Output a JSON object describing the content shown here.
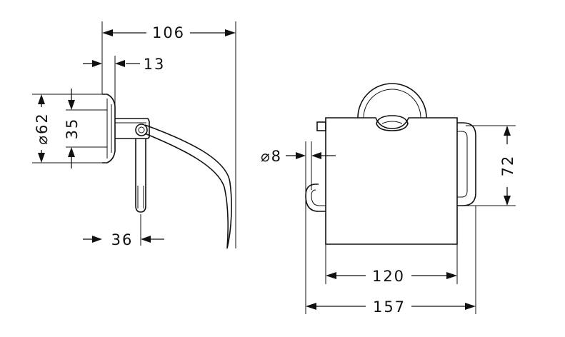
{
  "dimensions": {
    "overall_depth": "106",
    "plate_thickness": "13",
    "rosette_diameter": "⌀62",
    "mount_spacing": "35",
    "holder_offset": "36",
    "bar_diameter": "⌀8",
    "lid_height": "72",
    "lid_width": "120",
    "overall_width": "157"
  }
}
